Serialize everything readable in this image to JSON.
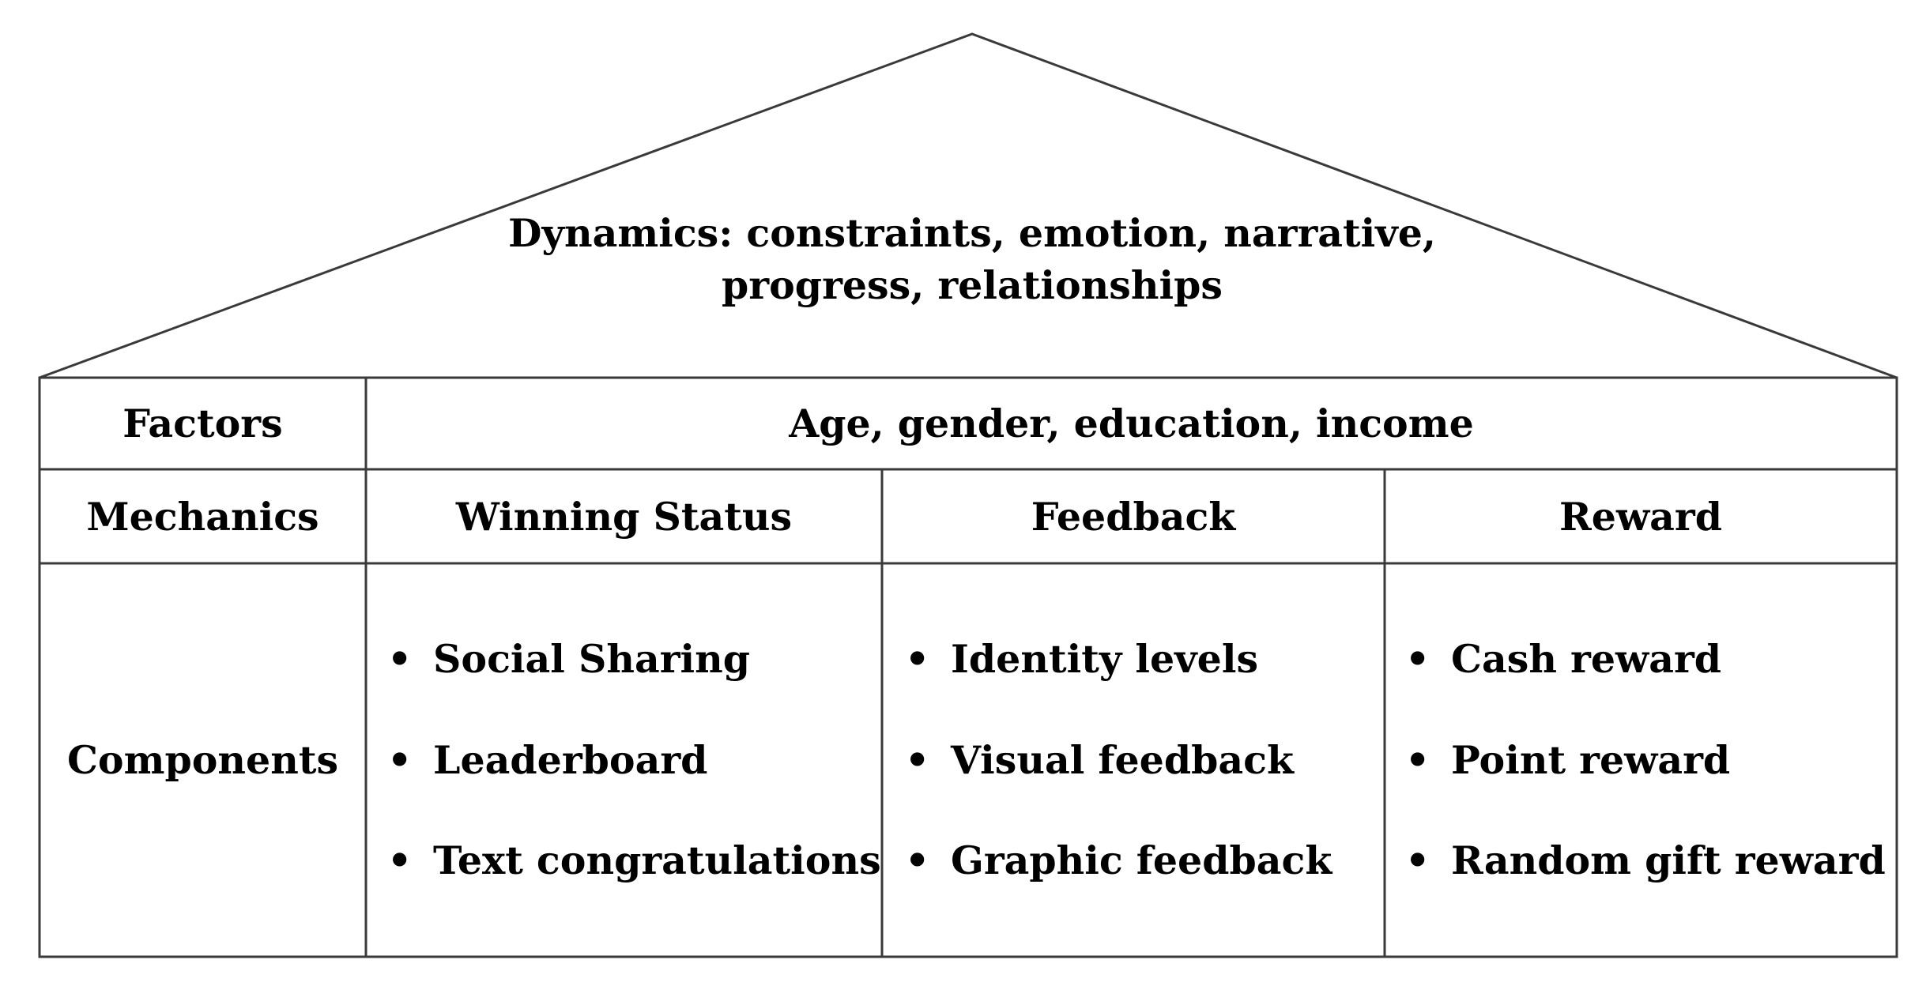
{
  "roof": {
    "line1": "Dynamics: constraints, emotion, narrative,",
    "line2": "progress, relationships"
  },
  "factors": {
    "label": "Factors",
    "value": "Age, gender, education, income"
  },
  "mechanics": {
    "label": "Mechanics",
    "columns": [
      "Winning Status",
      "Feedback",
      "Reward"
    ]
  },
  "components": {
    "label": "Components",
    "bullet_symbol": "•",
    "winning_status": [
      "Social Sharing",
      "Leaderboard",
      "Text congratulations"
    ],
    "feedback": [
      "Identity levels",
      "Visual feedback",
      "Graphic feedback"
    ],
    "reward": [
      "Cash reward",
      "Point reward",
      "Random gift reward"
    ]
  },
  "colors": {
    "line": "#3a3a3a",
    "text": "#000000",
    "background": "#ffffff"
  }
}
